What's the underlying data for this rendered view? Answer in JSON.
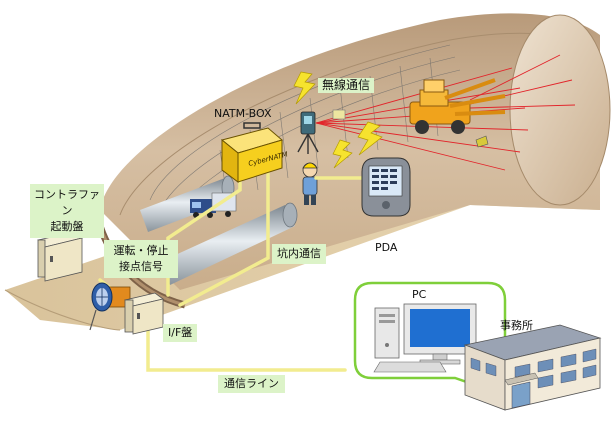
{
  "labels": {
    "wireless": "無線通信",
    "natm_box": "NATM-BOX",
    "contra_fan_line1": "コントラファン",
    "contra_fan_line2": "起動盤",
    "contact_line1": "運転・停止",
    "contact_line2": "接点信号",
    "tunnel_comm": "坑内通信",
    "pda": "PDA",
    "pc": "PC",
    "office": "事務所",
    "if_panel": "I/F盤",
    "comm_line": "通信ライン"
  },
  "box_brand": "CyberNATM",
  "colors": {
    "label_bg": "#dcf3c8",
    "line_yellow": "#f2ec8f",
    "laser_red": "#e2242a",
    "tunnel_wall": "#cdb497",
    "tunnel_floor": "#d8c29a",
    "box_yellow": "#f6cf1e",
    "monitor_blue": "#1f6fd1"
  }
}
